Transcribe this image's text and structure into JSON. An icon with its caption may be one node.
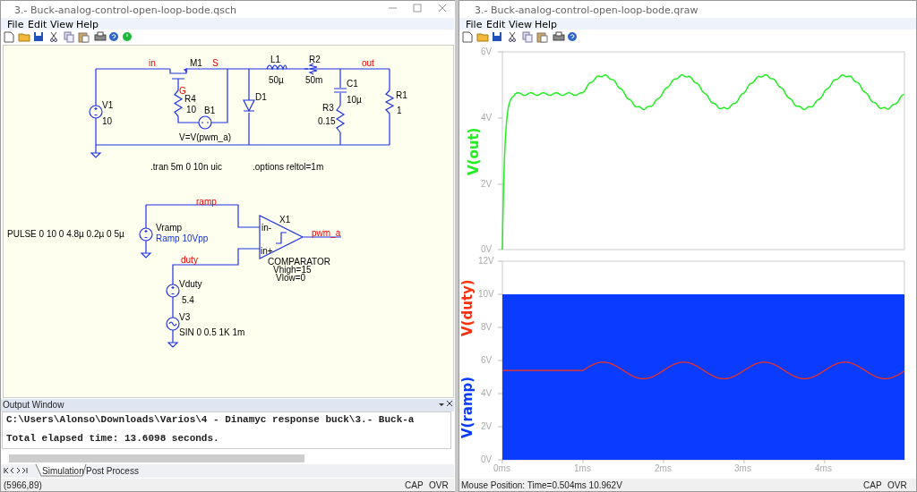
{
  "diagram": {
    "labels": [
      "3.- Buck-analog-control-open-loop-bode.qsch",
      "File",
      "Edit",
      "View",
      "Help",
      "3.- Buck-analog-control-open-loop-bode.qraw",
      "File",
      "Edit",
      "View",
      "Help",
      "in",
      "M1",
      "S",
      "L1",
      "R2",
      "out",
      "50µ",
      "50m",
      "C1",
      "G",
      "R4",
      "D1",
      "10µ",
      "R1",
      "V1",
      "10",
      "B1",
      "R3",
      "1",
      "10",
      "0.15",
      "V=V(pwm_a)",
      ".tran 5m 0 10n uic",
      ".options reltol=1m",
      "ramp",
      "X1",
      "PULSE 0 10 0 4.8µ 0.2µ 0 5µ",
      "Vramp",
      "Ramp 10Vpp",
      "in-",
      "pwm_a",
      "in+",
      "duty",
      "COMPARATOR",
      "Vhigh=15",
      "Vlow=0",
      "Vduty",
      "5.4",
      "V3",
      "SIN 0 0.5 1K 1m",
      "Output Window",
      "C:\\Users\\Alonso\\Downloads\\Varios\\4 - Dinamyc response buck\\3.- Buck-a",
      "Total elapsed time: 13.6098 seconds.",
      "Simulation",
      "Post Process",
      "(5966,89)",
      "CAP",
      "OVR",
      "6V",
      "4V",
      "2V",
      "0V",
      "V(out)",
      "12V",
      "10V",
      "8V",
      "6V",
      "4V",
      "2V",
      "0V",
      "V(duty)",
      "V(ramp)",
      "0ms",
      "1ms",
      "2ms",
      "3ms",
      "4ms",
      "Mouse Position: Time=0.504ms  10.962V",
      "CAP",
      "OVR"
    ]
  }
}
